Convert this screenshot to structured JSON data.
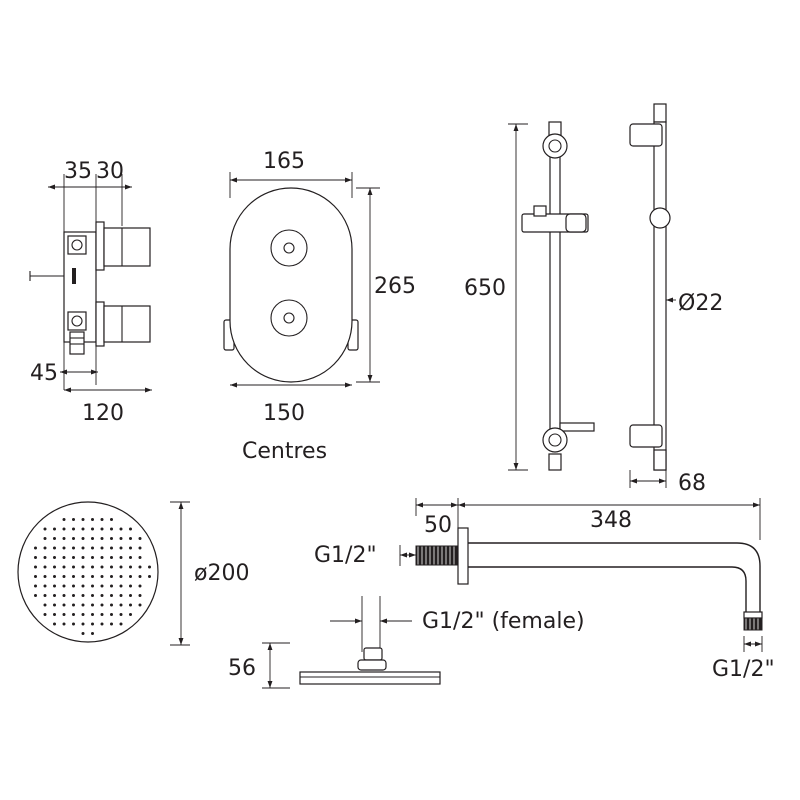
{
  "valve": {
    "dim_depth_a": "35",
    "dim_depth_b": "30",
    "dim_offset": "45",
    "dim_width": "120"
  },
  "faceplate": {
    "dim_width": "165",
    "dim_height": "265",
    "dim_centres": "150",
    "centres_label": "Centres"
  },
  "riser_rail": {
    "dim_height": "650",
    "dim_diameter": "Ø22",
    "dim_projection": "68"
  },
  "shower_head": {
    "dim_diameter": "ø200",
    "dim_height": "56",
    "connection_label": "G1/2\" (female)"
  },
  "shower_arm": {
    "dim_flange": "50",
    "dim_length": "348",
    "inlet_thread": "G1/2\"",
    "outlet_thread": "G1/2\""
  }
}
